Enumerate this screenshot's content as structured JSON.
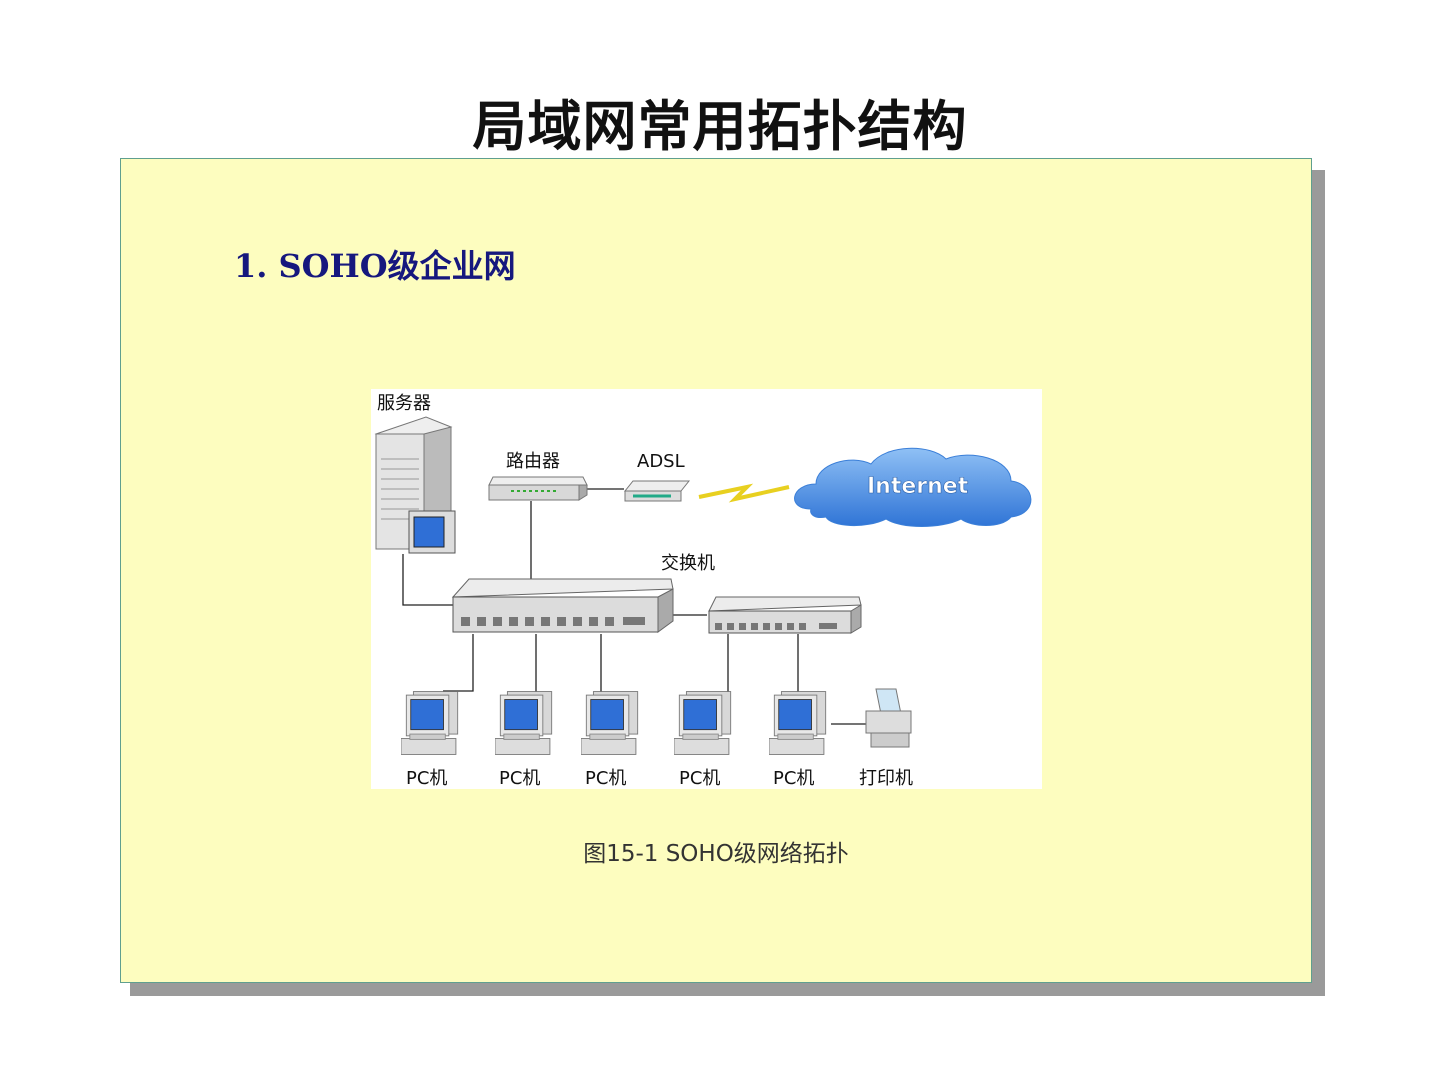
{
  "slide": {
    "title": "局域网常用拓扑结构",
    "heading": "1. SOHO级企业网",
    "caption": "图15-1 SOHO级网络拓扑"
  },
  "diagram": {
    "server_label": "服务器",
    "router_label": "路由器",
    "adsl_label": "ADSL",
    "internet_label": "Internet",
    "switch_label": "交换机",
    "pc_labels": [
      "PC机",
      "PC机",
      "PC机",
      "PC机",
      "PC机"
    ],
    "printer_label": "打印机"
  }
}
